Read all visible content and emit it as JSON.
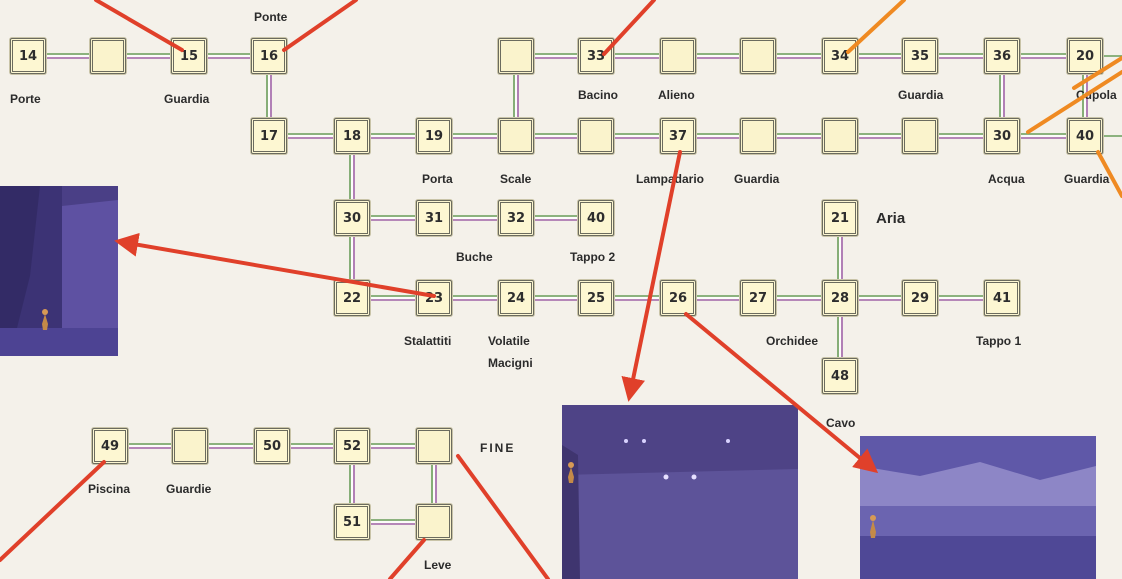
{
  "map": {
    "rooms": [
      "14",
      "",
      "15",
      "16",
      "17",
      "18",
      "19",
      "",
      "",
      "37",
      "",
      "",
      "",
      "30",
      "40",
      "",
      "33",
      "",
      "",
      "34",
      "35",
      "36",
      "20",
      "30",
      "31",
      "32",
      "40",
      "21",
      "22",
      "23",
      "24",
      "25",
      "26",
      "27",
      "28",
      "29",
      "41",
      "48",
      "49",
      "",
      "50",
      "52",
      "",
      "51"
    ],
    "labels": {
      "porte": "Porte",
      "guardia_15": "Guardia",
      "ponte": "Ponte",
      "bacino": "Bacino",
      "alieno": "Alieno",
      "guardia_34": "Guardia",
      "cupola": "Cupola",
      "porta": "Porta",
      "scale": "Scale",
      "lampadario": "Lampadario",
      "guardia_37": "Guardia",
      "acqua": "Acqua",
      "guardia_42": "Guardia",
      "buche": "Buche",
      "tappo2": "Tappo 2",
      "aria": "Aria",
      "stalattiti": "Stalattiti",
      "volatile": "Volatile",
      "macigni": "Macigni",
      "orchidee": "Orchidee",
      "tappo1": "Tappo 1",
      "cavo": "Cavo",
      "piscina": "Piscina",
      "guardie": "Guardie",
      "fine": "FINE",
      "leve": "Leve"
    }
  },
  "colors": {
    "arrow_red": "#e0402a",
    "arrow_orange": "#ef8a22",
    "room_fill": "#fdf7d2",
    "shot_purple": "#5a4b94"
  }
}
